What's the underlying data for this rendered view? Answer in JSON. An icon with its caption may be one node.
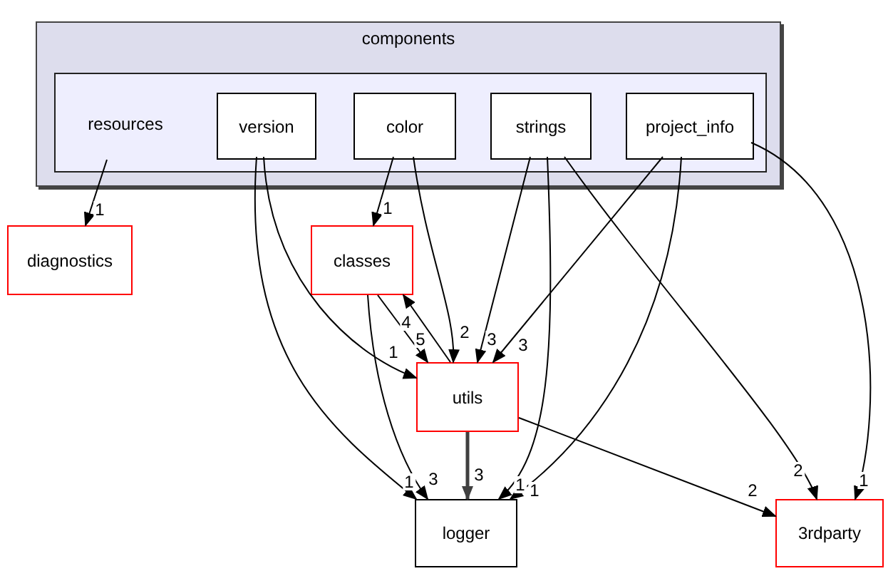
{
  "diagram": {
    "nodes": [
      {
        "text": [
          "components"
        ]
      },
      {
        "text": [],
        "shape": "box",
        "in": 0
      },
      {
        "text": [
          "resources"
        ],
        "in": 1
      },
      {
        "text": [
          "version"
        ],
        "in": 1
      },
      {
        "text": [
          "color"
        ],
        "in": 1
      },
      {
        "text": [
          "strings"
        ],
        "in": 1
      },
      {
        "text": [
          "project_info"
        ],
        "in": 1
      },
      {
        "text": [
          "diagnostics"
        ]
      },
      {
        "text": [
          "classes"
        ]
      },
      {
        "text": [
          "utils"
        ]
      },
      {
        "text": [
          "logger"
        ]
      },
      {
        "text": [
          "3rdparty"
        ]
      }
    ],
    "edges": [
      {
        "from": 2,
        "to": 7,
        "arrow": "to",
        "label": "1"
      },
      {
        "from": 4,
        "to": 8,
        "arrow": "to",
        "label": "1"
      },
      {
        "from": 4,
        "to": 9,
        "arrow": "to",
        "label": "2"
      },
      {
        "from": 5,
        "to": 9,
        "arrow": "to",
        "label": "3"
      },
      {
        "from": 6,
        "to": 9,
        "arrow": "to",
        "label": "3"
      },
      {
        "from": 3,
        "to": 9,
        "arrow": "to",
        "label": "1"
      },
      {
        "from": 8,
        "to": 9,
        "arrow": "to",
        "label": "5"
      },
      {
        "from": 9,
        "to": 8,
        "arrow": "to",
        "label": "4"
      },
      {
        "from": 8,
        "to": 10,
        "arrow": "to",
        "label": "3"
      },
      {
        "from": 3,
        "to": 10,
        "arrow": "to",
        "label": "1"
      },
      {
        "from": 9,
        "to": 10,
        "arrow": "to",
        "label": "3",
        "style": "thick",
        "color": "#404040"
      },
      {
        "from": 5,
        "to": 10,
        "arrow": "to",
        "label": "1"
      },
      {
        "from": 6,
        "to": 10,
        "arrow": "to",
        "label": "1"
      },
      {
        "from": 5,
        "to": 11,
        "arrow": "to",
        "label": "2"
      },
      {
        "from": 6,
        "to": 11,
        "arrow": "to",
        "label": "1"
      },
      {
        "from": 9,
        "to": 11,
        "arrow": "to",
        "label": "2"
      }
    ]
  }
}
